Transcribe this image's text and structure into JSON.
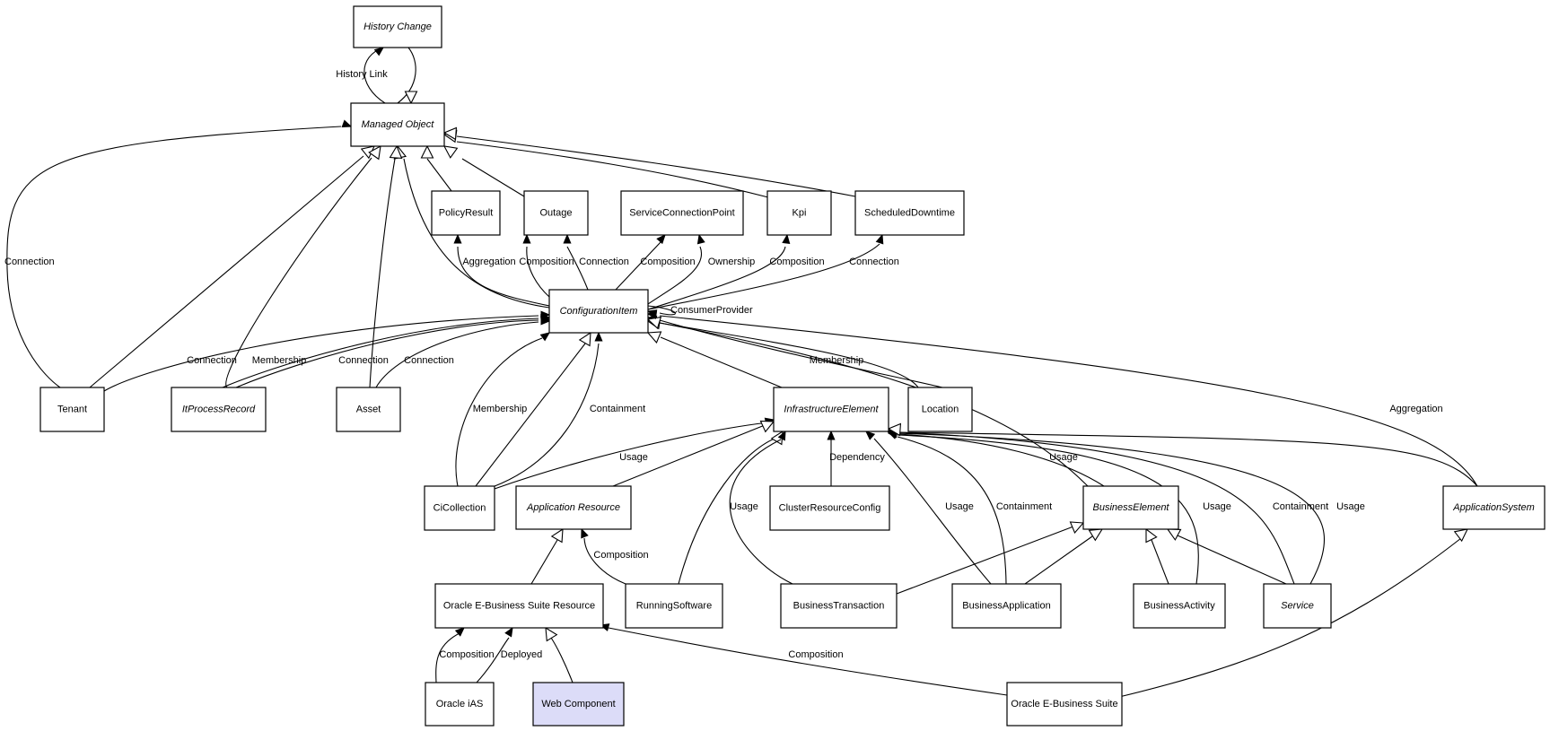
{
  "nodes": {
    "history_change": {
      "label": "History Change",
      "abstract": true
    },
    "managed_object": {
      "label": "Managed Object",
      "abstract": true
    },
    "policy_result": {
      "label": "PolicyResult",
      "abstract": false
    },
    "outage": {
      "label": "Outage",
      "abstract": false
    },
    "service_connection_point": {
      "label": "ServiceConnectionPoint",
      "abstract": false
    },
    "kpi": {
      "label": "Kpi",
      "abstract": false
    },
    "scheduled_downtime": {
      "label": "ScheduledDowntime",
      "abstract": false
    },
    "configuration_item": {
      "label": "ConfigurationItem",
      "abstract": true
    },
    "tenant": {
      "label": "Tenant",
      "abstract": false
    },
    "itprocess_record": {
      "label": "ItProcessRecord",
      "abstract": true
    },
    "asset": {
      "label": "Asset",
      "abstract": false
    },
    "infrastructure_element": {
      "label": "InfrastructureElement",
      "abstract": true
    },
    "location": {
      "label": "Location",
      "abstract": false
    },
    "ci_collection": {
      "label": "CiCollection",
      "abstract": false
    },
    "application_resource": {
      "label": "Application Resource",
      "abstract": true
    },
    "cluster_resource_config": {
      "label": "ClusterResourceConfig",
      "abstract": false
    },
    "business_element": {
      "label": "BusinessElement",
      "abstract": true
    },
    "application_system": {
      "label": "ApplicationSystem",
      "abstract": true
    },
    "oebs_resource": {
      "label": "Oracle E-Business Suite Resource",
      "abstract": false
    },
    "running_software": {
      "label": "RunningSoftware",
      "abstract": false
    },
    "business_transaction": {
      "label": "BusinessTransaction",
      "abstract": false
    },
    "business_application": {
      "label": "BusinessApplication",
      "abstract": false
    },
    "business_activity": {
      "label": "BusinessActivity",
      "abstract": false
    },
    "service": {
      "label": "Service",
      "abstract": true
    },
    "oracle_ias": {
      "label": "Oracle iAS",
      "abstract": false
    },
    "web_component": {
      "label": "Web Component",
      "abstract": false,
      "highlighted": true
    },
    "oebs": {
      "label": "Oracle E-Business Suite",
      "abstract": false
    }
  },
  "edges": [
    {
      "from": "managed_object",
      "to": "history_change",
      "label": "History Link",
      "kind": "association"
    },
    {
      "from": "history_change",
      "to": "managed_object",
      "label": "",
      "kind": "generalization"
    },
    {
      "from": "policy_result",
      "to": "managed_object",
      "label": "",
      "kind": "generalization"
    },
    {
      "from": "outage",
      "to": "managed_object",
      "label": "",
      "kind": "generalization"
    },
    {
      "from": "kpi",
      "to": "managed_object",
      "label": "",
      "kind": "generalization"
    },
    {
      "from": "scheduled_downtime",
      "to": "managed_object",
      "label": "",
      "kind": "generalization"
    },
    {
      "from": "configuration_item",
      "to": "managed_object",
      "label": "",
      "kind": "generalization"
    },
    {
      "from": "tenant",
      "to": "managed_object",
      "label": "",
      "kind": "generalization"
    },
    {
      "from": "itprocess_record",
      "to": "managed_object",
      "label": "",
      "kind": "generalization"
    },
    {
      "from": "asset",
      "to": "managed_object",
      "label": "",
      "kind": "generalization"
    },
    {
      "from": "tenant",
      "to": "managed_object",
      "label": "Connection",
      "kind": "association"
    },
    {
      "from": "configuration_item",
      "to": "policy_result",
      "label": "Aggregation",
      "kind": "association"
    },
    {
      "from": "configuration_item",
      "to": "outage",
      "label": "Composition",
      "kind": "association"
    },
    {
      "from": "configuration_item",
      "to": "outage",
      "label": "Connection",
      "kind": "association"
    },
    {
      "from": "configuration_item",
      "to": "service_connection_point",
      "label": "Composition",
      "kind": "association"
    },
    {
      "from": "configuration_item",
      "to": "service_connection_point",
      "label": "Ownership",
      "kind": "association"
    },
    {
      "from": "configuration_item",
      "to": "kpi",
      "label": "Composition",
      "kind": "association"
    },
    {
      "from": "configuration_item",
      "to": "scheduled_downtime",
      "label": "Connection",
      "kind": "association"
    },
    {
      "from": "configuration_item",
      "to": "configuration_item",
      "label": "ConsumerProvider",
      "kind": "association"
    },
    {
      "from": "tenant",
      "to": "configuration_item",
      "label": "Connection",
      "kind": "association"
    },
    {
      "from": "itprocess_record",
      "to": "configuration_item",
      "label": "Membership",
      "kind": "association"
    },
    {
      "from": "itprocess_record",
      "to": "configuration_item",
      "label": "Connection",
      "kind": "association"
    },
    {
      "from": "asset",
      "to": "configuration_item",
      "label": "Connection",
      "kind": "association"
    },
    {
      "from": "location",
      "to": "configuration_item",
      "label": "Membership",
      "kind": "association"
    },
    {
      "from": "location",
      "to": "configuration_item",
      "label": "",
      "kind": "generalization"
    },
    {
      "from": "infrastructure_element",
      "to": "configuration_item",
      "label": "",
      "kind": "generalization"
    },
    {
      "from": "business_element",
      "to": "configuration_item",
      "label": "",
      "kind": "generalization"
    },
    {
      "from": "application_system",
      "to": "configuration_item",
      "label": "Aggregation",
      "kind": "association"
    },
    {
      "from": "ci_collection",
      "to": "configuration_item",
      "label": "Membership",
      "kind": "association"
    },
    {
      "from": "ci_collection",
      "to": "configuration_item",
      "label": "",
      "kind": "generalization"
    },
    {
      "from": "ci_collection",
      "to": "configuration_item",
      "label": "Containment",
      "kind": "association"
    },
    {
      "from": "ci_collection",
      "to": "infrastructure_element",
      "label": "Usage",
      "kind": "association"
    },
    {
      "from": "application_resource",
      "to": "infrastructure_element",
      "label": "",
      "kind": "generalization"
    },
    {
      "from": "cluster_resource_config",
      "to": "infrastructure_element",
      "label": "Dependency",
      "kind": "association"
    },
    {
      "from": "running_software",
      "to": "infrastructure_element",
      "label": "",
      "kind": "generalization"
    },
    {
      "from": "business_transaction",
      "to": "infrastructure_element",
      "label": "Usage",
      "kind": "association"
    },
    {
      "from": "business_application",
      "to": "infrastructure_element",
      "label": "Usage",
      "kind": "association"
    },
    {
      "from": "business_application",
      "to": "infrastructure_element",
      "label": "Containment",
      "kind": "association"
    },
    {
      "from": "business_element",
      "to": "infrastructure_element",
      "label": "Usage",
      "kind": "association"
    },
    {
      "from": "business_activity",
      "to": "infrastructure_element",
      "label": "Usage",
      "kind": "association"
    },
    {
      "from": "service",
      "to": "infrastructure_element",
      "label": "Containment",
      "kind": "association"
    },
    {
      "from": "service",
      "to": "infrastructure_element",
      "label": "Usage",
      "kind": "association"
    },
    {
      "from": "application_system",
      "to": "infrastructure_element",
      "label": "",
      "kind": "generalization"
    },
    {
      "from": "oebs_resource",
      "to": "application_resource",
      "label": "",
      "kind": "generalization"
    },
    {
      "from": "running_software",
      "to": "application_resource",
      "label": "Composition",
      "kind": "association"
    },
    {
      "from": "business_transaction",
      "to": "business_element",
      "label": "",
      "kind": "generalization"
    },
    {
      "from": "business_application",
      "to": "business_element",
      "label": "",
      "kind": "generalization"
    },
    {
      "from": "business_activity",
      "to": "business_element",
      "label": "",
      "kind": "generalization"
    },
    {
      "from": "service",
      "to": "business_element",
      "label": "",
      "kind": "generalization"
    },
    {
      "from": "oracle_ias",
      "to": "oebs_resource",
      "label": "Composition",
      "kind": "association"
    },
    {
      "from": "oracle_ias",
      "to": "oebs_resource",
      "label": "Deployed",
      "kind": "association"
    },
    {
      "from": "web_component",
      "to": "oebs_resource",
      "label": "",
      "kind": "generalization"
    },
    {
      "from": "oebs",
      "to": "oebs_resource",
      "label": "Composition",
      "kind": "association"
    },
    {
      "from": "oebs",
      "to": "application_system",
      "label": "",
      "kind": "generalization"
    }
  ]
}
